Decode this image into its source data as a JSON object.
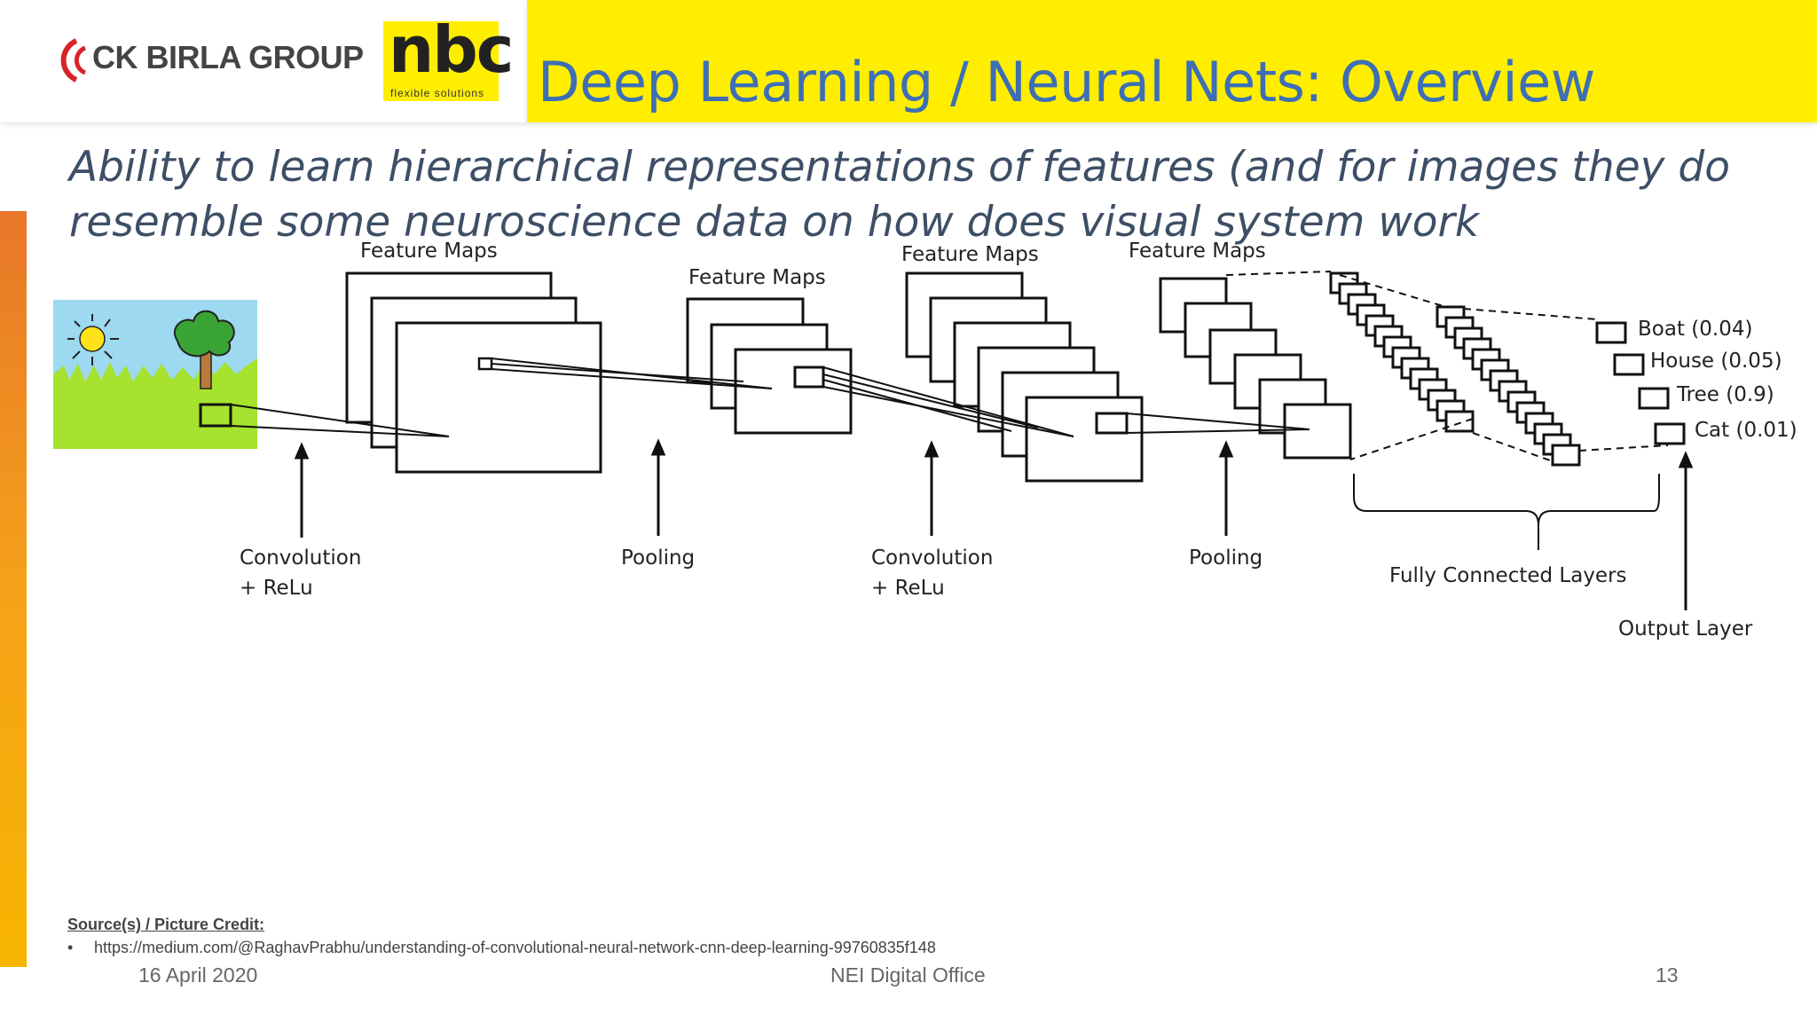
{
  "header": {
    "title": "Deep Learning / Neural Nets: Overview",
    "logo_ck": "CK BIRLA GROUP",
    "logo_nbc": "nbc",
    "logo_nbc_tagline": "flexible solutions",
    "band_color": "#ffee00",
    "title_color": "#3d6fb5"
  },
  "subtitle": "Ability to learn hierarchical representations of features (and for images they do resemble some neuroscience data on how does visual system work",
  "diagram": {
    "feature_maps_labels": [
      "Feature Maps",
      "Feature Maps",
      "Feature Maps",
      "Feature Maps"
    ],
    "stage_labels": [
      {
        "line1": "Convolution",
        "line2": "+ ReLu"
      },
      {
        "line1": "Pooling",
        "line2": ""
      },
      {
        "line1": "Convolution",
        "line2": "+ ReLu"
      },
      {
        "line1": "Pooling",
        "line2": ""
      }
    ],
    "fully_connected_label": "Fully Connected Layers",
    "output_layer_label": "Output Layer",
    "outputs": [
      "Boat (0.04)",
      "House (0.05)",
      "Tree (0.9)",
      "Cat (0.01)"
    ]
  },
  "source": {
    "heading": "Source(s) / Picture Credit:",
    "bullet": "•",
    "items": [
      "https://medium.com/@RaghavPrabhu/understanding-of-convolutional-neural-network-cnn-deep-learning-99760835f148"
    ]
  },
  "footer": {
    "date": "16 April 2020",
    "office": "NEI Digital Office",
    "page": "13"
  },
  "accent_colors": [
    "#e8762a",
    "#f7b400"
  ]
}
